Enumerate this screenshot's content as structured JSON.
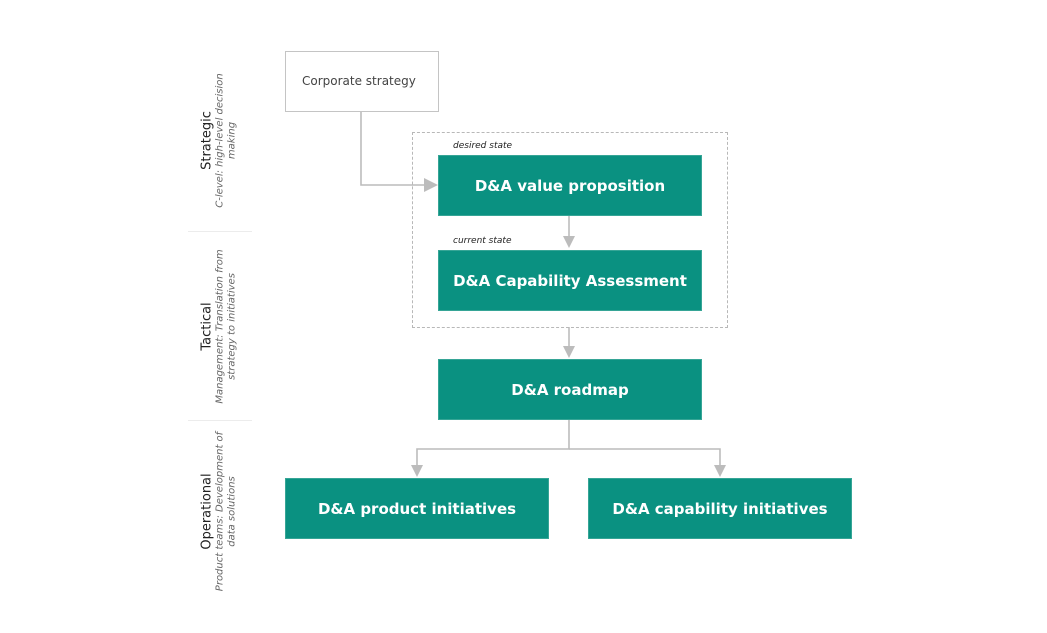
{
  "lanes": [
    {
      "title": "Strategic",
      "subtitle": "C-level: high-level decision making"
    },
    {
      "title": "Tactical",
      "subtitle": "Management: Translation from strategy to initiatives"
    },
    {
      "title": "Operational",
      "subtitle": "Product teams: Development of data solutions"
    }
  ],
  "nodes": {
    "corporate_strategy": "Corporate strategy",
    "value_proposition": "D&A value proposition",
    "capability_assessment": "D&A Capability Assessment",
    "roadmap": "D&A roadmap",
    "product_initiatives": "D&A product initiatives",
    "capability_initiatives": "D&A capability initiatives"
  },
  "state_labels": {
    "desired": "desired state",
    "current": "current state"
  },
  "colors": {
    "node_fill": "#0a9181",
    "connector": "#b8b8b8"
  }
}
